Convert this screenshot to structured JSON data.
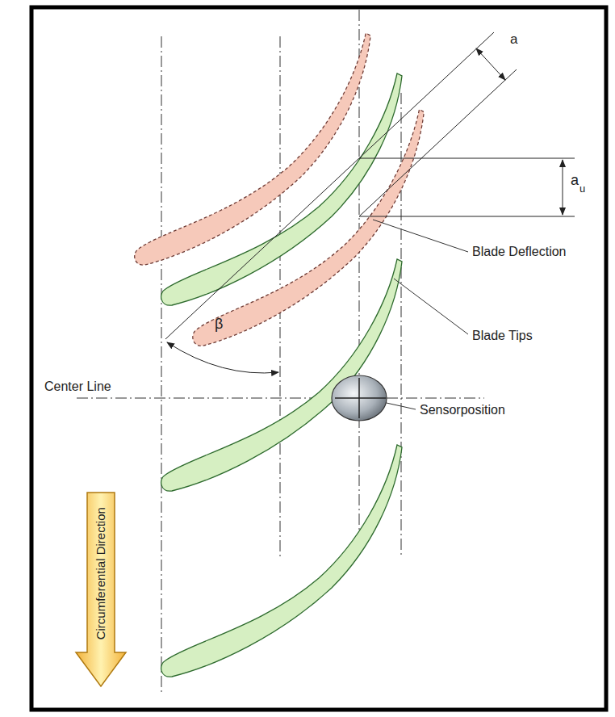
{
  "diagram": {
    "nodes": [
      {
        "text": [
          "Circumferential Direction"
        ]
      }
    ],
    "labels": [
      "a",
      "a",
      "u",
      "Blade Deflection",
      "Blade Tips",
      "Center Line",
      "Sensorposition",
      "β"
    ]
  }
}
